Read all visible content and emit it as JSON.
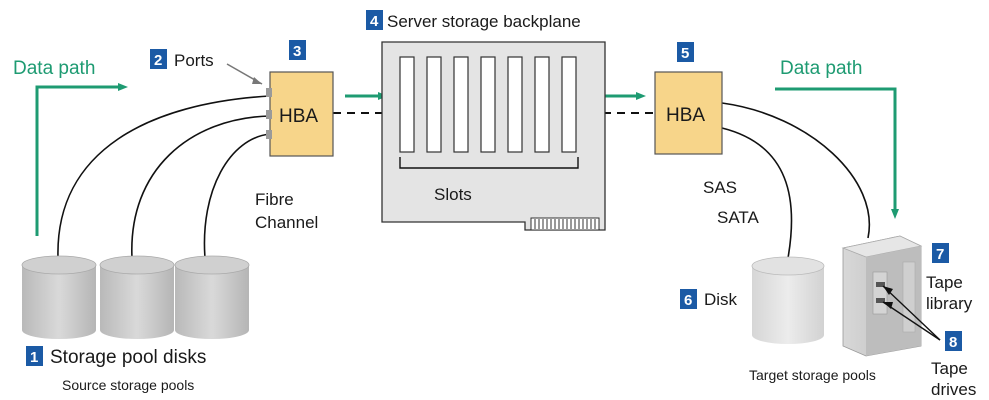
{
  "labels": {
    "data_path_left": "Data path",
    "data_path_right": "Data path",
    "ports": "Ports",
    "hba_left": "HBA",
    "hba_right": "HBA",
    "backplane": "Server storage backplane",
    "slots": "Slots",
    "fibre": "Fibre",
    "channel": "Channel",
    "sas": "SAS",
    "sata": "SATA",
    "disk": "Disk",
    "storage_pool_disks": "Storage pool disks",
    "source_storage_pools": "Source storage pools",
    "target_storage_pools": "Target storage pools",
    "tape": "Tape",
    "library": "library",
    "drives": "drives"
  },
  "badges": {
    "b1": "1",
    "b2": "2",
    "b3": "3",
    "b4": "4",
    "b5": "5",
    "b6": "6",
    "b7": "7",
    "b8": "8"
  },
  "colors": {
    "green": "#1e9b72",
    "badge": "#1b5aa5",
    "hba": "#f7d58a",
    "disk": "#c9c9c9",
    "board": "#e4e4e4"
  }
}
